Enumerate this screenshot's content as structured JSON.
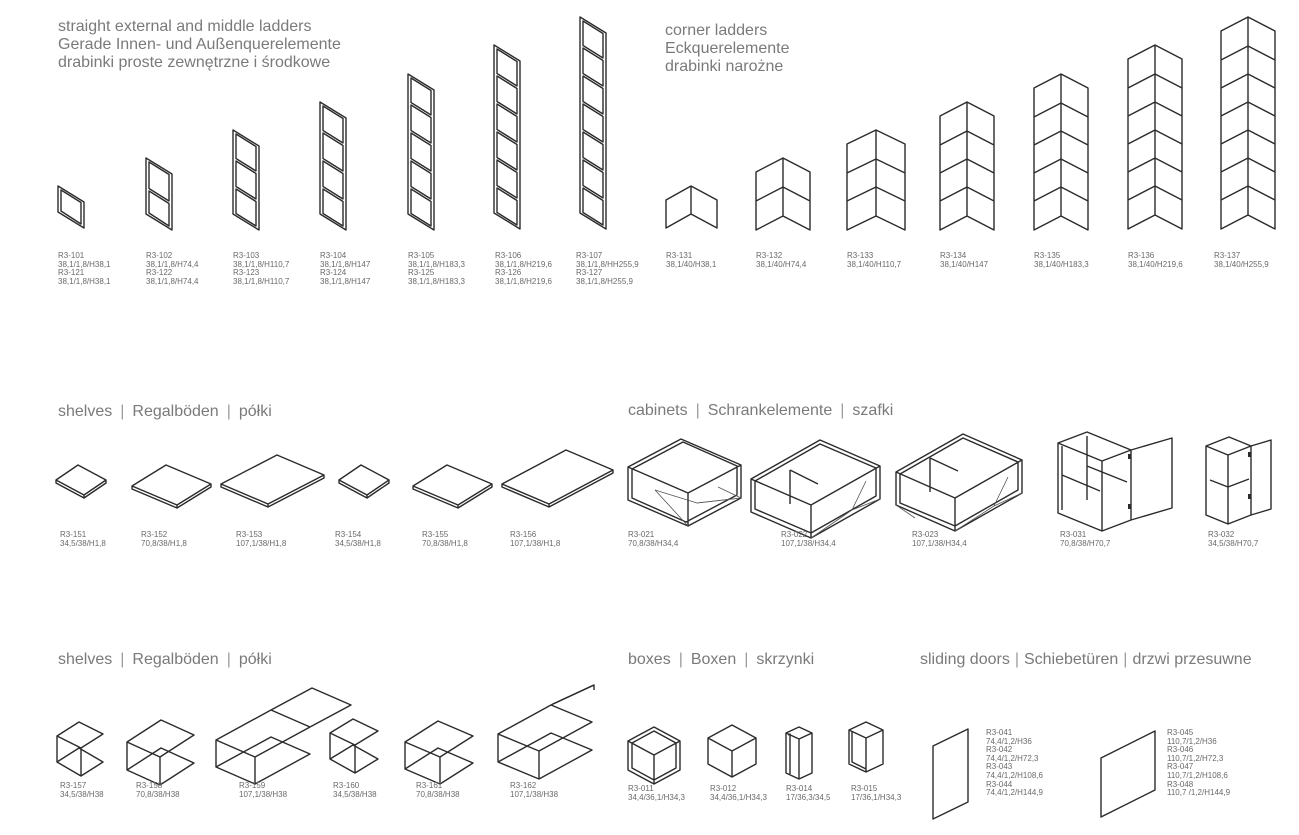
{
  "sections": {
    "ladders_straight": {
      "lines": [
        "straight external and middle ladders",
        "Gerade Innen- und Außenquerelemente",
        "drabinki proste zewnętrzne i środkowe"
      ]
    },
    "ladders_corner": {
      "lines": [
        "corner ladders",
        "Eckquerelemente",
        "drabinki narożne"
      ]
    },
    "shelves_1": {
      "parts": [
        "shelves",
        "Regalböden",
        "półki"
      ]
    },
    "cabinets": {
      "parts": [
        "cabinets",
        "Schrankelemente",
        "szafki"
      ]
    },
    "shelves_2": {
      "parts": [
        "shelves",
        "Regalböden",
        "półki"
      ]
    },
    "boxes": {
      "parts": [
        "boxes",
        "Boxen",
        "skrzynki"
      ]
    },
    "sliding_doors": {
      "parts": [
        "sliding doors",
        "Schiebetüren",
        "drzwi przesuwne"
      ]
    }
  },
  "labels": {
    "r3_101": [
      "R3-101",
      "38,1/1,8/H38,1",
      "R3-121",
      "38,1/1,8/H38,1"
    ],
    "r3_102": [
      "R3-102",
      "38,1/1,8/H74,4",
      "R3-122",
      "38,1/1,8/H74,4"
    ],
    "r3_103": [
      "R3-103",
      "38,1/1,8/H110,7",
      "R3-123",
      "38,1/1,8/H110,7"
    ],
    "r3_104": [
      "R3-104",
      "38,1/1,8/H147",
      "R3-124",
      "38,1/1,8/H147"
    ],
    "r3_105": [
      "R3-105",
      "38,1/1,8/H183,3",
      "R3-125",
      "38,1/1,8/H183,3"
    ],
    "r3_106": [
      "R3-106",
      "38,1/1,8/H219,6",
      "R3-126",
      "38,1/1,8/H219,6"
    ],
    "r3_107": [
      "R3-107",
      "38,1/1,8/HH255,9",
      "R3-127",
      "38,1/1,8/H255,9"
    ],
    "r3_131": [
      "R3-131",
      "38,1/40/H38,1"
    ],
    "r3_132": [
      "R3-132",
      "38,1/40/H74,4"
    ],
    "r3_133": [
      "R3-133",
      "38,1/40/H110,7"
    ],
    "r3_134": [
      "R3-134",
      "38,1/40/H147"
    ],
    "r3_135": [
      "R3-135",
      "38,1/40/H183,3"
    ],
    "r3_136": [
      "R3-136",
      "38,1/40/H219,6"
    ],
    "r3_137": [
      "R3-137",
      "38,1/40/H255,9"
    ],
    "r3_151": [
      "R3-151",
      "34,5/38/H1,8"
    ],
    "r3_152": [
      "R3-152",
      "70,8/38/H1,8"
    ],
    "r3_153": [
      "R3-153",
      "107,1/38/H1,8"
    ],
    "r3_154": [
      "R3-154",
      "34,5/38/H1,8"
    ],
    "r3_155": [
      "R3-155",
      "70,8/38/H1,8"
    ],
    "r3_156": [
      "R3-156",
      "107,1/38/H1,8"
    ],
    "r3_021": [
      "R3-021",
      "70,8/38/H34,4"
    ],
    "r3_022": [
      "R3-022",
      "107,1/38/H34,4"
    ],
    "r3_023": [
      "R3-023",
      "107,1/38/H34,4"
    ],
    "r3_031": [
      "R3-031",
      "70,8/38/H70,7"
    ],
    "r3_032": [
      "R3-032",
      "34,5/38/H70,7"
    ],
    "r3_157": [
      "R3-157",
      "34,5/38/H38"
    ],
    "r3_158": [
      "R3-158",
      "70,8/38/H38"
    ],
    "r3_159": [
      "R3-159",
      "107,1/38/H38"
    ],
    "r3_160": [
      "R3-160",
      "34,5/38/H38"
    ],
    "r3_161": [
      "R3-161",
      "70,8/38/H38"
    ],
    "r3_162": [
      "R3-162",
      "107,1/38/H38"
    ],
    "r3_011": [
      "R3-011",
      "34,4/36,1/H34,3"
    ],
    "r3_012": [
      "R3-012",
      "34,4/36,1/H34,3"
    ],
    "r3_014": [
      "R3-014",
      "17/36,3/34,5"
    ],
    "r3_015": [
      "R3-015",
      "17/36,1/H34,3"
    ],
    "r3_041": [
      "R3-041",
      "74,4/1,2/H36",
      "R3-042",
      "74,4/1,2/H72,3",
      "R3-043",
      "74,4/1,2/H108,6",
      "R3-044",
      "74,4/1,2/H144,9"
    ],
    "r3_045": [
      "R3-045",
      "110,7/1,2/H36",
      "R3-046",
      "110,7/1,2/H72,3",
      "R3-047",
      "110,7/1,2/H108,6",
      "R3-048",
      "110,7 /1,2/H144,9"
    ]
  }
}
